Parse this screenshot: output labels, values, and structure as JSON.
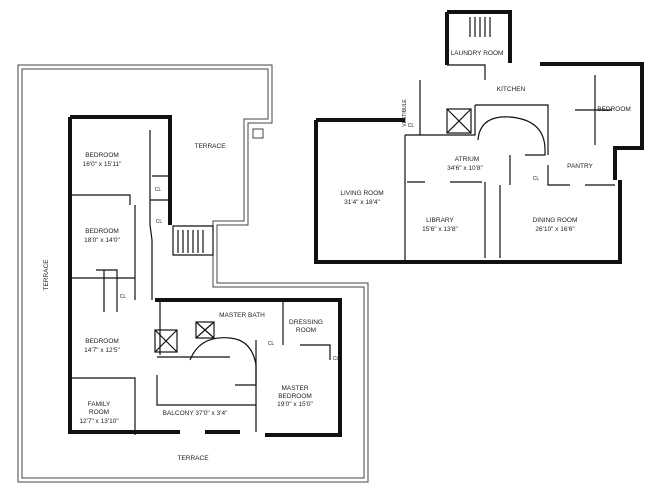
{
  "labels": {
    "laundry": "LAUNDRY ROOM",
    "kitchen": "KITCHEN",
    "bedroom_upper": "BEDROOM",
    "vestibule": "VESTIBULE",
    "cl": "CL",
    "atrium": "ATRIUM",
    "atrium_dim": "34'6\" x 10'8\"",
    "pantry": "PANTRY",
    "living": "LIVING ROOM",
    "living_dim": "31'4\" x 18'4\"",
    "library": "LIBRARY",
    "library_dim": "15'6\" x 13'8\"",
    "dining": "DINING ROOM",
    "dining_dim": "26'10\" x 16'6\"",
    "terrace": "TERRACE",
    "bedroom1": "BEDROOM",
    "bedroom1_dim": "16'0\" x 15'11\"",
    "bedroom2": "BEDROOM",
    "bedroom2_dim": "18'0\" x 14'0\"",
    "bedroom3": "BEDROOM",
    "bedroom3_dim": "14'7\" x 12'5\"",
    "master_bath": "MASTER BATH",
    "dressing_1": "DRESSING",
    "dressing_2": "ROOM",
    "master_bed_1": "MASTER",
    "master_bed_2": "BEDROOM",
    "master_bed_dim": "19'0\" x 15'0\"",
    "family_1": "FAMILY",
    "family_2": "ROOM",
    "family_dim": "12'7\" x 13'10\"",
    "balcony": "BALCONY 37'0\" x 3'4\""
  }
}
